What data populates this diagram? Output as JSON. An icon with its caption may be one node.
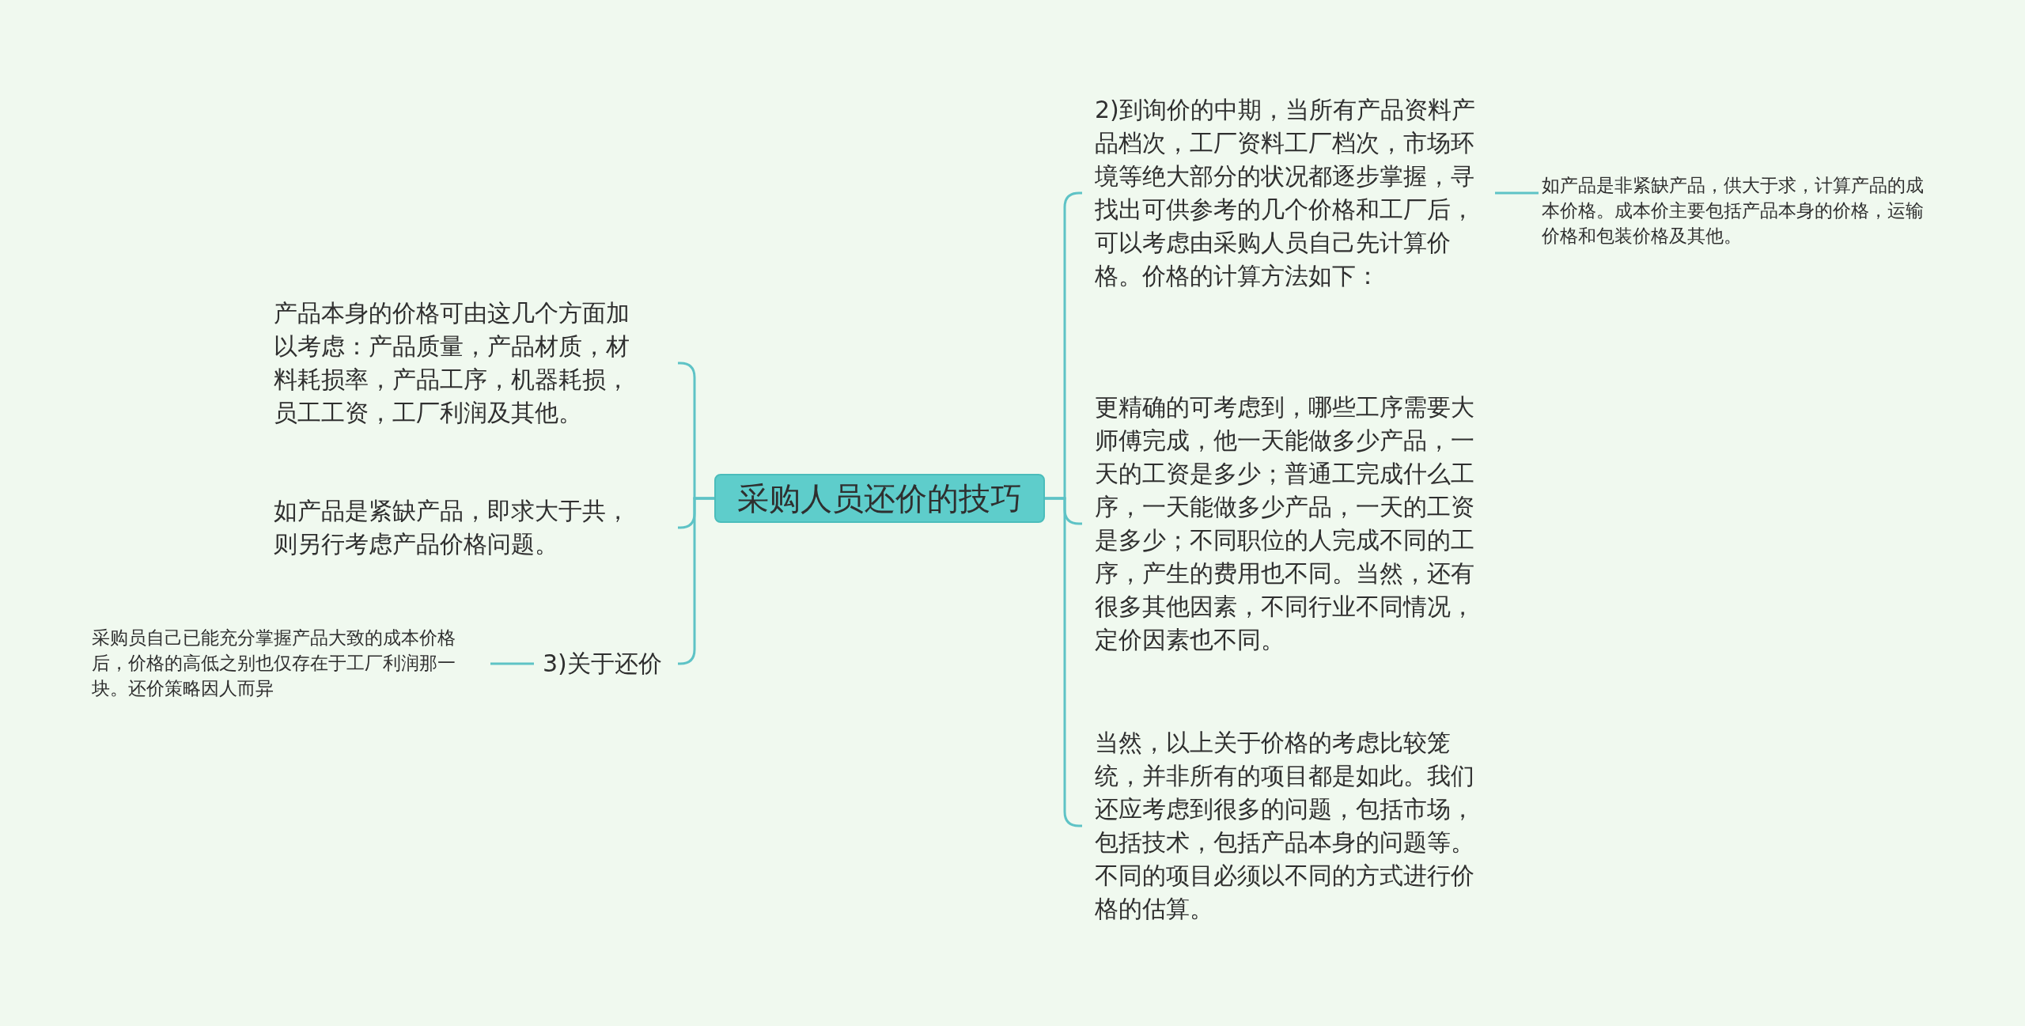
{
  "diagram": {
    "nodes": [
      {
        "text": [
          "采购人员还价的技巧"
        ]
      },
      {
        "text": [
          "产品本身的价格可由这几个方面加以考虑：产品质量，产品材质，材料耗损率，产品工序，机器耗损，员工工资，工厂利润及其他。"
        ]
      },
      {
        "text": [
          "如产品是紧缺产品，即求大于共，则另行考虑产品价格问题。"
        ]
      },
      {
        "text": [
          "3)关于还价"
        ]
      },
      {
        "text": [
          "采购员自己已能充分掌握产品大致的成本价格后，价格的高低之别也仅存在于工厂利润那一块。还价策略因人而异"
        ]
      },
      {
        "text": [
          "2)到询价的中期，当所有产品资料产品档次，工厂资料工厂档次，市场环境等绝大部分的状况都逐步掌握，寻找出可供参考的几个价格和工厂后，可以考虑由采购人员自己先计算价格。价格的计算方法如下："
        ]
      },
      {
        "text": [
          "如产品是非紧缺产品，供大于求，计算产品的成本价格。成本价主要包括产品本身的价格，运输价格和包装价格及其他。"
        ]
      },
      {
        "text": [
          "更精确的可考虑到，哪些工序需要大师傅完成，他一天能做多少产品，一天的工资是多少；普通工完成什么工序，一天能做多少产品，一天的工资是多少；不同职位的人完成不同的工序，产生的费用也不同。当然，还有很多其他因素，不同行业不同情况，定价因素也不同。"
        ]
      },
      {
        "text": [
          "当然，以上关于价格的考虑比较笼统，并非所有的项目都是如此。我们还应考虑到很多的问题，包括市场，包括技术，包括产品本身的问题等。不同的项目必须以不同的方式进行价格的估算。"
        ]
      }
    ],
    "edges": [
      {
        "from": 0,
        "to": 1,
        "arrow": "none"
      },
      {
        "from": 0,
        "to": 2,
        "arrow": "none"
      },
      {
        "from": 0,
        "to": 3,
        "arrow": "none"
      },
      {
        "from": 3,
        "to": 4,
        "arrow": "none"
      },
      {
        "from": 0,
        "to": 5,
        "arrow": "none"
      },
      {
        "from": 5,
        "to": 6,
        "arrow": "none"
      },
      {
        "from": 0,
        "to": 7,
        "arrow": "none"
      },
      {
        "from": 0,
        "to": 8,
        "arrow": "none"
      }
    ]
  }
}
